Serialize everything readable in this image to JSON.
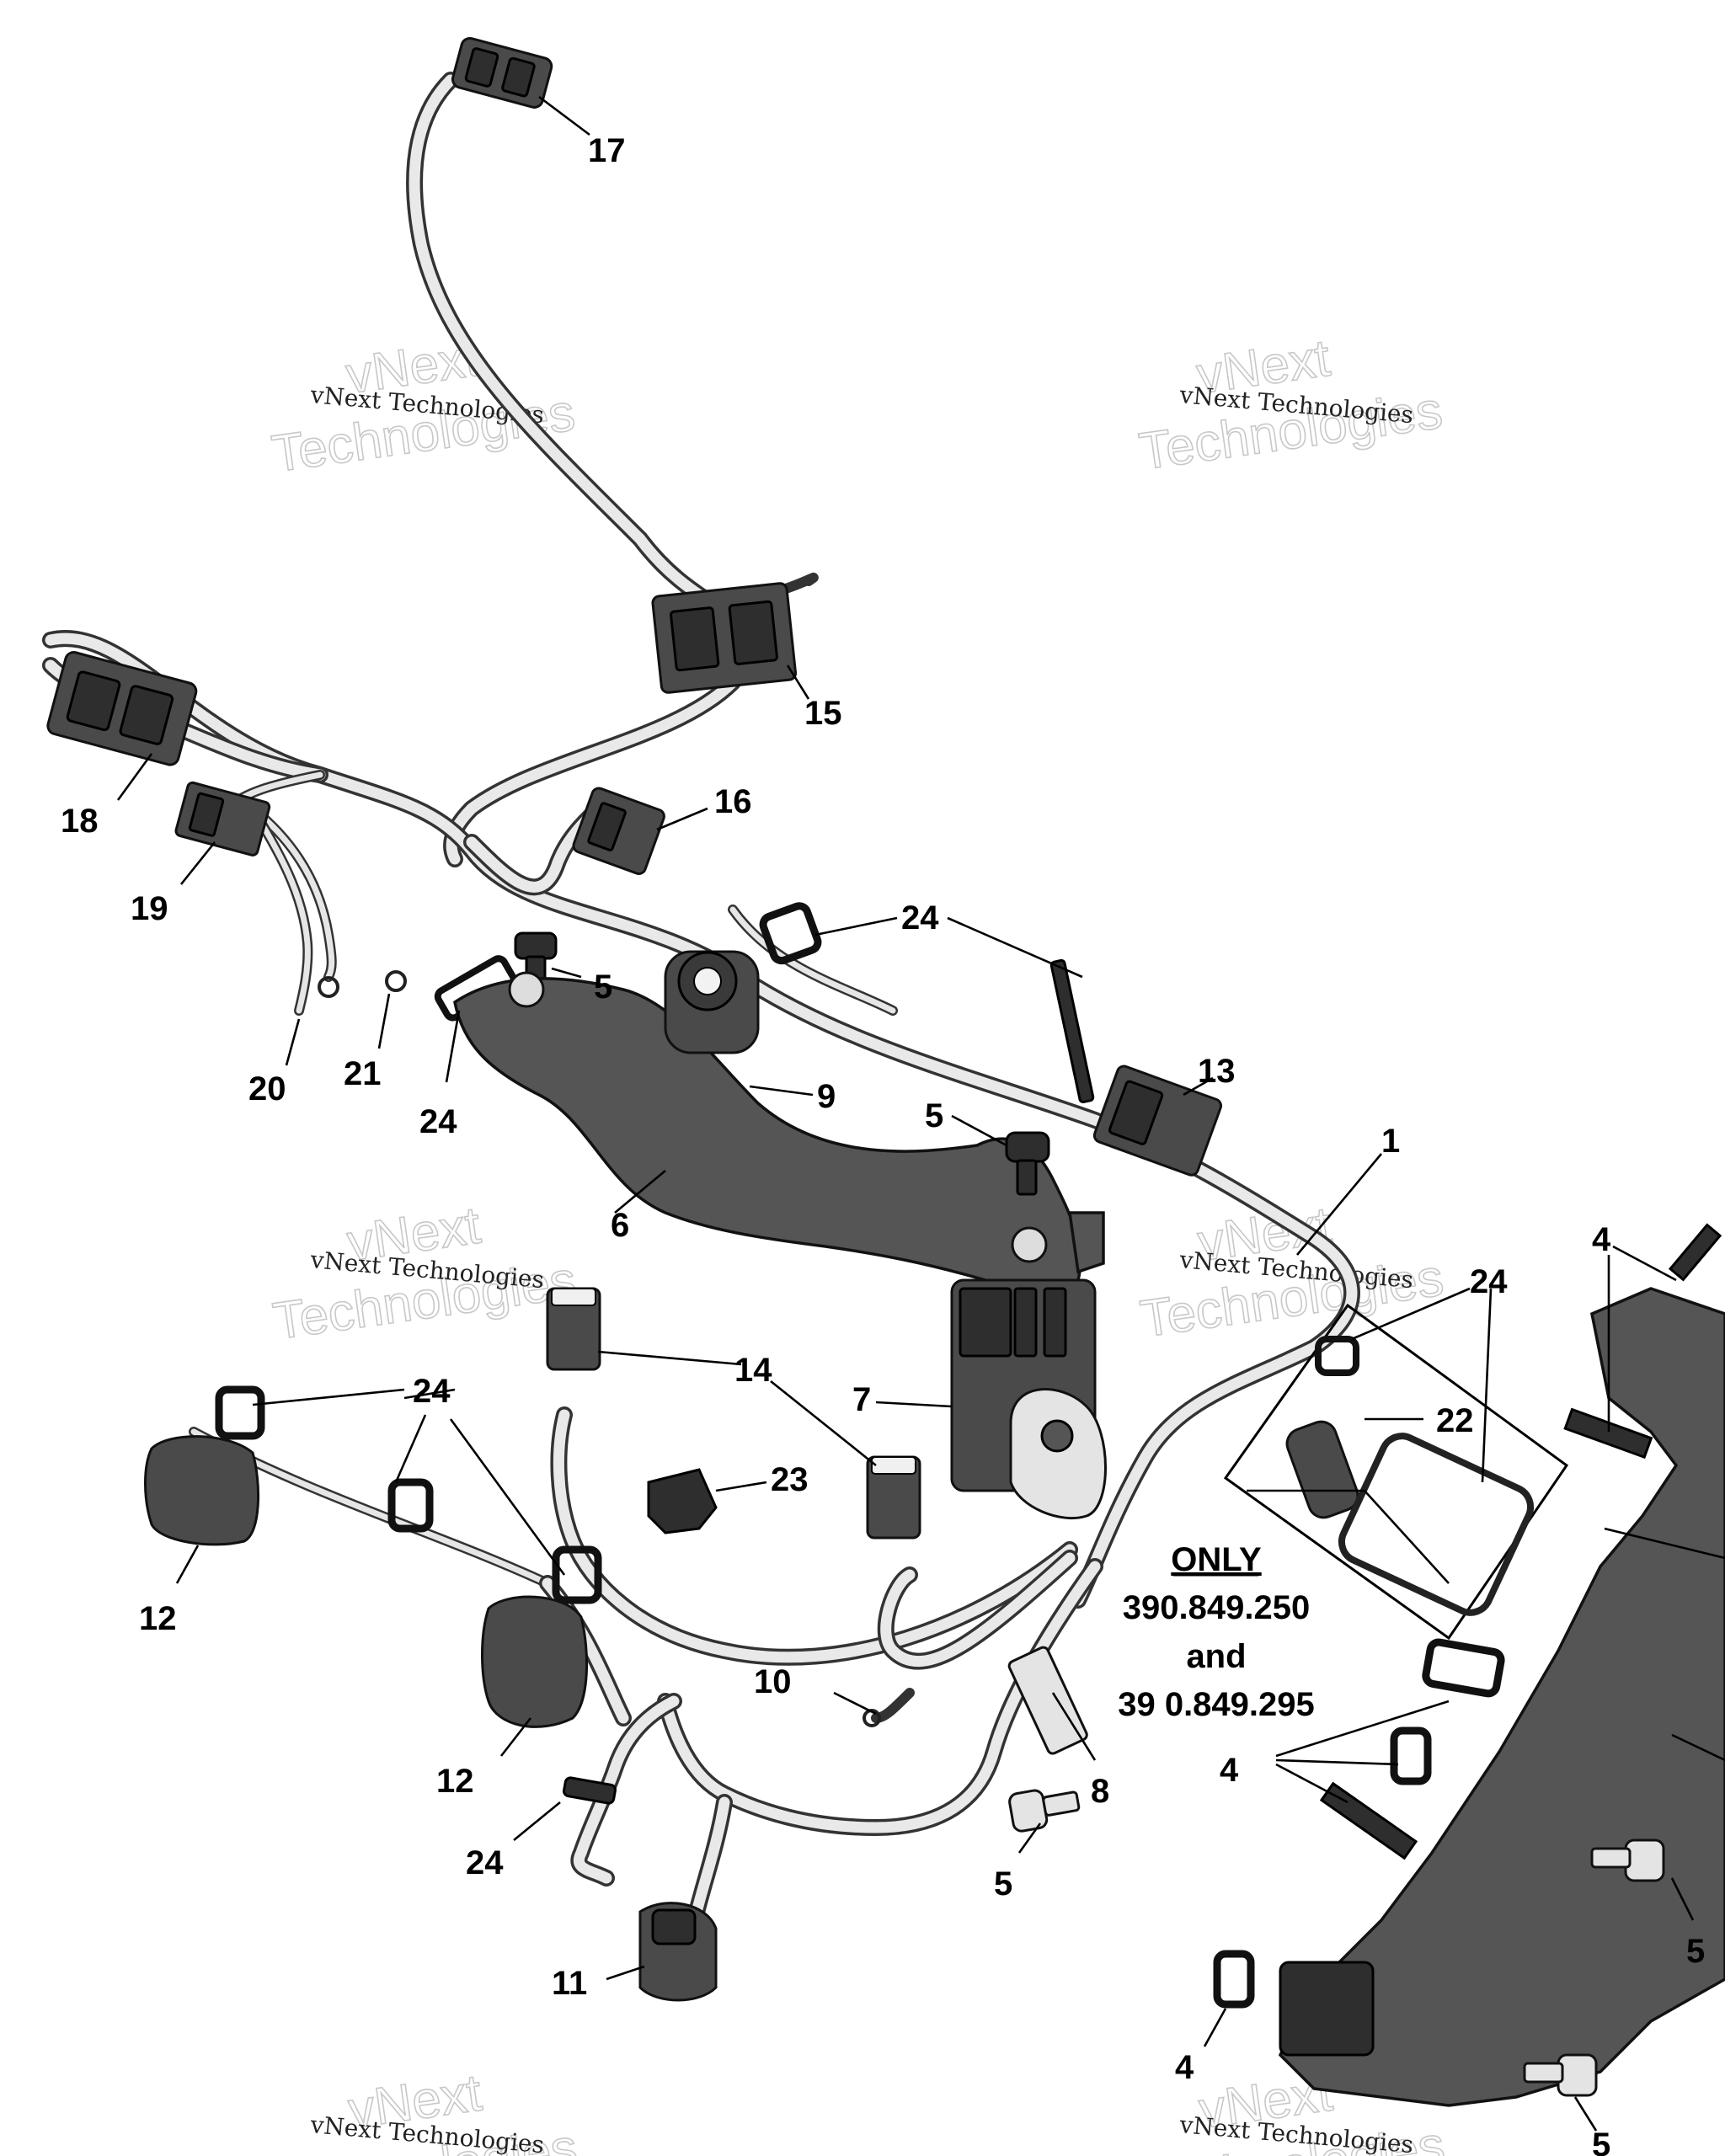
{
  "watermarks": [
    {
      "id": "wm-1",
      "small": "vNext Technologies",
      "line1": "vNext",
      "line2": "Technologies"
    },
    {
      "id": "wm-2",
      "small": "vNext Technologies",
      "line1": "vNext",
      "line2": "Technologies"
    },
    {
      "id": "wm-3",
      "small": "vNext Technologies",
      "line1": "vNext",
      "line2": "Technologies"
    },
    {
      "id": "wm-4",
      "small": "vNext Technologies",
      "line1": "vNext",
      "line2": "Technologies"
    },
    {
      "id": "wm-5",
      "small": "vNext Technologies",
      "line1": "vNext",
      "line2": "Technologies"
    },
    {
      "id": "wm-6",
      "small": "vNext Technologies",
      "line1": "vNext",
      "line2": "Technologies"
    }
  ],
  "callouts": {
    "c1": "1",
    "c4a": "4",
    "c4b": "4",
    "c4c": "4",
    "c5a": "5",
    "c5b": "5",
    "c5c": "5",
    "c5d": "5",
    "c5e": "5",
    "c6": "6",
    "c7": "7",
    "c8": "8",
    "c9": "9",
    "c10": "10",
    "c11": "11",
    "c12a": "12",
    "c12b": "12",
    "c13": "13",
    "c14": "14",
    "c15": "15",
    "c16": "16",
    "c17": "17",
    "c18": "18",
    "c19": "19",
    "c20": "20",
    "c21": "21",
    "c22": "22",
    "c23": "23",
    "c24a": "24",
    "c24b": "24",
    "c24c": "24",
    "c24d": "24",
    "c24e": "24"
  },
  "note": {
    "line1": "ONLY",
    "line2": "390.849.250",
    "line3": "and",
    "line4": "39 0.849.295"
  }
}
